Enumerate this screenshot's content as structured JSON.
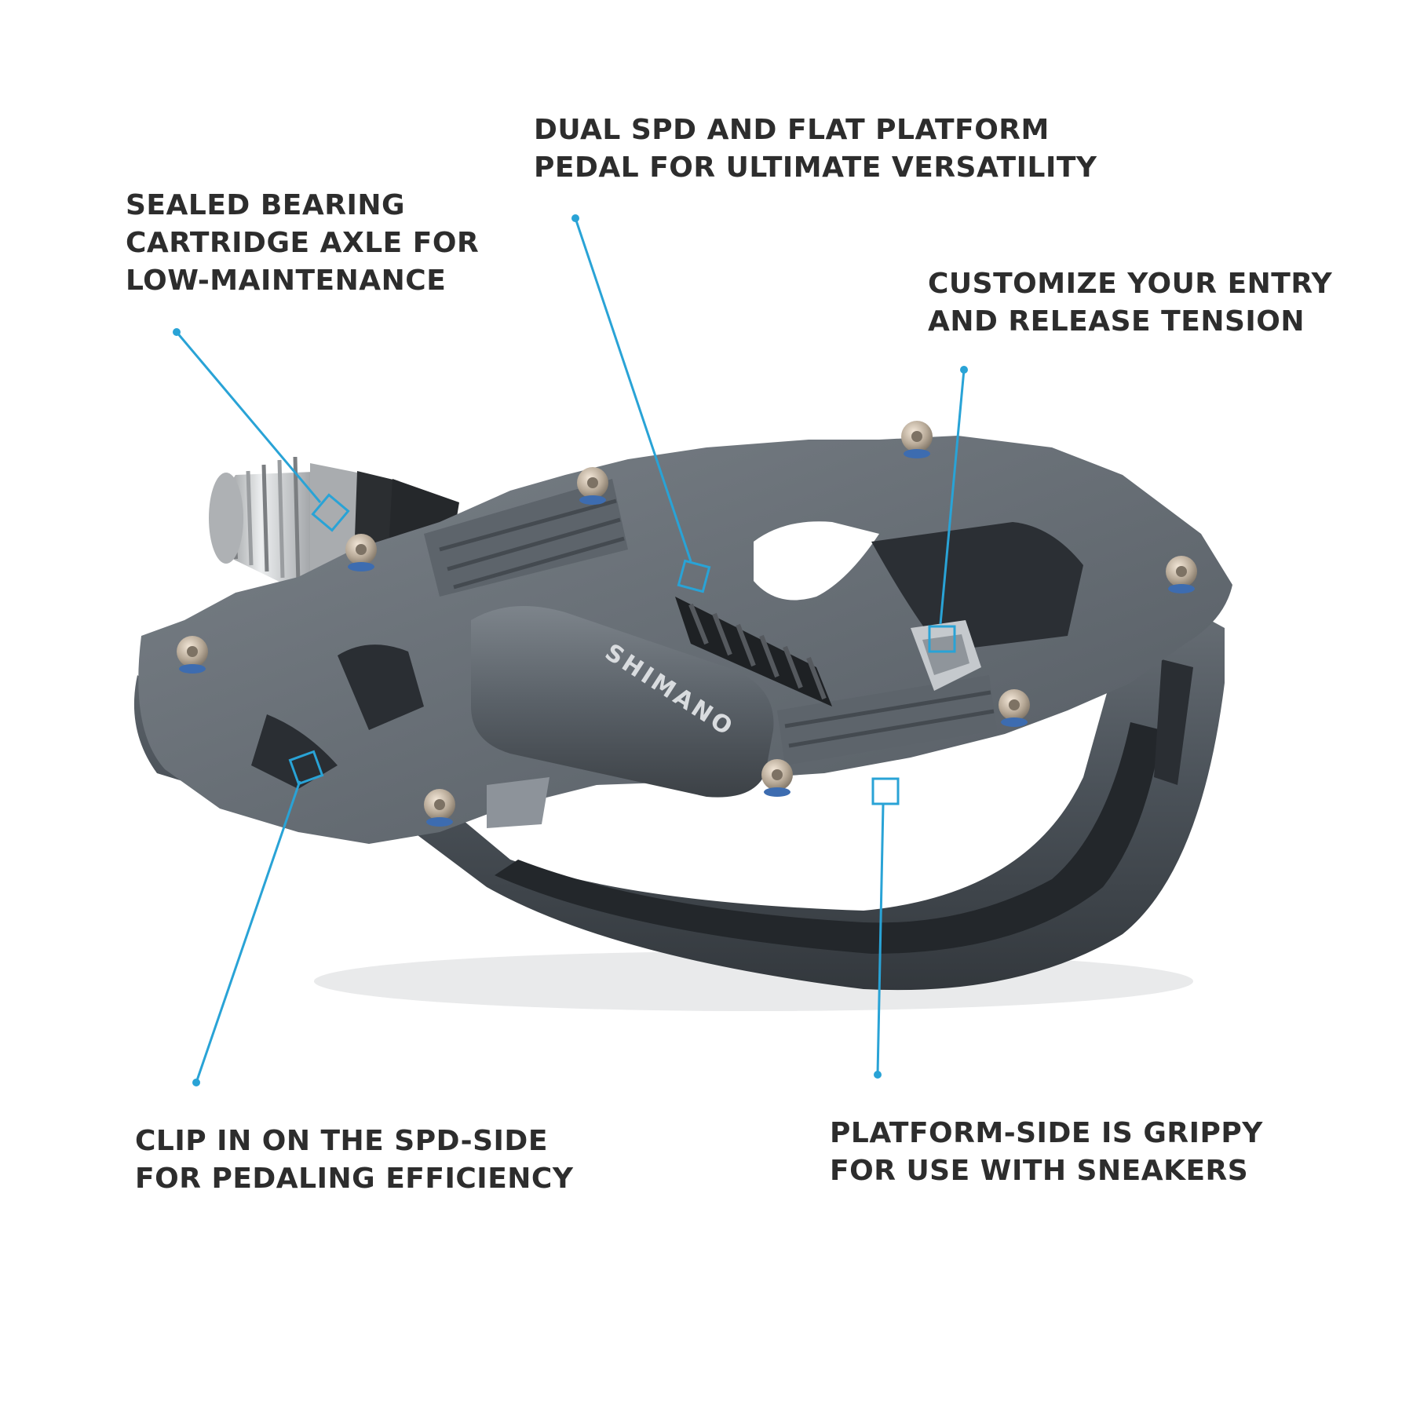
{
  "colors": {
    "background": "#ffffff",
    "text": "#2d2d2d",
    "accent": "#29a3d6",
    "pedal_body": "#4b5259",
    "axle": "#c9cbcd"
  },
  "product_brand_mark": "SHIMANO",
  "callouts": {
    "bearing": {
      "line1": "SEALED BEARING",
      "line2": "CARTRIDGE AXLE FOR",
      "line3": "LOW-MAINTENANCE"
    },
    "dual": {
      "line1": "DUAL SPD AND FLAT PLATFORM",
      "line2": "PEDAL FOR ULTIMATE VERSATILITY"
    },
    "tension": {
      "line1": "CUSTOMIZE YOUR ENTRY",
      "line2": "AND RELEASE TENSION"
    },
    "clip": {
      "line1": "CLIP IN ON THE SPD-SIDE",
      "line2": "FOR PEDALING EFFICIENCY"
    },
    "platform": {
      "line1": "PLATFORM-SIDE IS GRIPPY",
      "line2": "FOR USE WITH SNEAKERS"
    }
  }
}
